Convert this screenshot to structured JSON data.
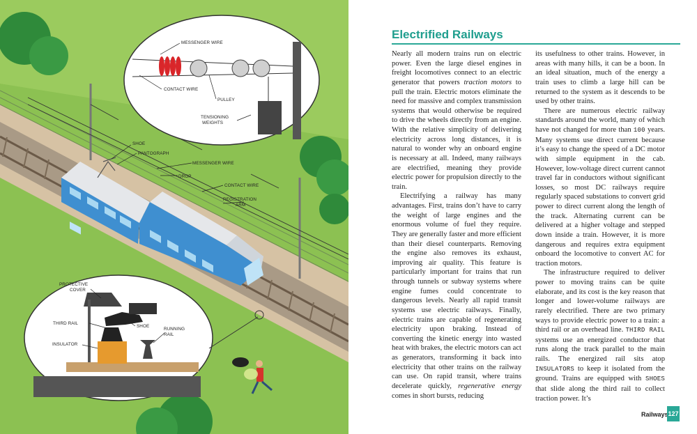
{
  "illustration": {
    "labels": {
      "messenger_wire_top": "MESSENGER WIRE",
      "contact_wire_top": "CONTACT WIRE",
      "pulley": "PULLEY",
      "tensioning_weights_1": "TENSIONING",
      "tensioning_weights_2": "WEIGHTS",
      "shoe_top": "SHOE",
      "pantograph": "PANTOGRAPH",
      "messenger_wire_mid": "MESSENGER WIRE",
      "drop": "DROP",
      "contact_wire_mid": "CONTACT WIRE",
      "registration_arm_1": "REGISTRATION",
      "registration_arm_2": "ARM",
      "protective_cover_1": "PROTECTIVE",
      "protective_cover_2": "COVER",
      "third_rail": "THIRD RAIL",
      "shoe_bottom": "SHOE",
      "running_rail_1": "RUNNING",
      "running_rail_2": "RAIL",
      "insulator": "INSULATOR"
    }
  },
  "article": {
    "title": "Electrified Railways",
    "col1": {
      "p1_a": "Nearly all modern trains run on electric power. Even the large diesel engines in freight locomotives connect to an electric generator that powers ",
      "p1_em": "traction motors",
      "p1_b": " to pull the train. Electric motors eliminate the need for massive and complex transmission systems that would otherwise be required to drive the wheels directly from an engine. With the relative simplicity of delivering electricity across long distances, it is natural to wonder why an onboard engine is necessary at all. Indeed, many railways are electrified, meaning they provide electric power for propulsion directly to the train.",
      "p2_a": "Electrifying a railway has many advantages. First, trains don’t have to carry the weight of large engines and the enormous volume of fuel they require. They are generally faster and more efficient than their diesel counterparts. Removing the engine also removes its exhaust, improving air quality. This feature is particularly important for trains that run through tunnels or subway systems where engine fumes could concentrate to dangerous levels. Nearly all rapid transit systems use electric railways. Finally, electric trains are capable of regenerating electricity upon braking. Instead of converting the kinetic energy into wasted heat with brakes, the electric motors can act as generators, transforming it back into electricity that other trains on the railway can use. On rapid transit, where trains decelerate quickly, ",
      "p2_em": "regenerative energy",
      "p2_b": " comes in short bursts, reducing"
    },
    "col2": {
      "p1": "its usefulness to other trains. However, in areas with many hills, it can be a boon. In an ideal situation, much of the energy a train uses to climb a large hill can be returned to the system as it descends to be used by other trains.",
      "p2_a": "There are numerous electric railway standards around the world, many of which have not changed for more than ",
      "p2_num": "100",
      "p2_b": " years. Many systems use direct current because it’s easy to change the speed of a DC motor with simple equipment in the cab. However, low-voltage direct current cannot travel far in conductors without significant losses, so most DC railways require regularly spaced substations to convert grid power to direct current along the length of the track. Alternating current can be delivered at a higher voltage and stepped down inside a train. However, it is more dangerous and requires extra equipment onboard the locomotive to convert AC for traction motors.",
      "p3_a": "The infrastructure required to deliver power to moving trains can be quite elaborate, and its cost is the key reason that longer and lower-volume railways are rarely electrified. There are two primary ways to provide electric power to a train: a third rail or an overhead line. ",
      "p3_sc1": "THIRD RAIL",
      "p3_b": " systems use an energized conductor that runs along the track parallel to the main rails. The energized rail sits atop ",
      "p3_sc2": "INSULATORS",
      "p3_c": " to keep it isolated from the ground. Trains are equipped with ",
      "p3_sc3": "SHOES",
      "p3_d": " that slide along the third rail to collect traction power. It’s"
    }
  },
  "footer": {
    "section": "Railways",
    "page_number": "127"
  },
  "colors": {
    "accent": "#2aa897",
    "grass": "#8cc152",
    "train_blue": "#3f8fd0",
    "coil_red": "#d9262a"
  }
}
